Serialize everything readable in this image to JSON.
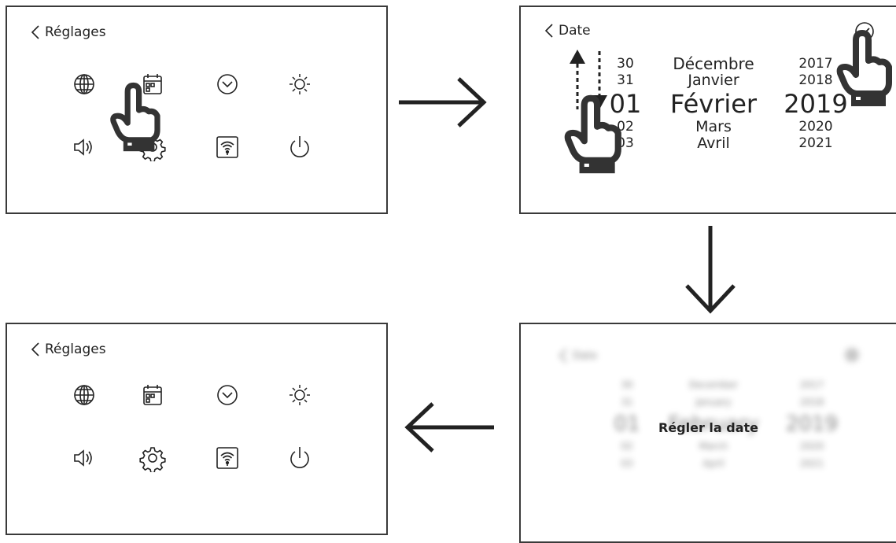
{
  "panel1": {
    "back_label": "Réglages"
  },
  "panel2": {
    "back_label": "Date",
    "days": [
      "30",
      "31",
      "01",
      "02",
      "03"
    ],
    "months": [
      "Décembre",
      "Janvier",
      "Février",
      "Mars",
      "Avril"
    ],
    "years": [
      "2017",
      "2018",
      "2019",
      "2020",
      "2021"
    ]
  },
  "panel3": {
    "back_label": "Date",
    "days": [
      "30",
      "31",
      "01",
      "02",
      "03"
    ],
    "months": [
      "December",
      "January",
      "February",
      "March",
      "April"
    ],
    "years": [
      "2017",
      "2018",
      "2019",
      "2020",
      "2021"
    ],
    "message": "Régler la date"
  },
  "panel4": {
    "back_label": "Réglages"
  },
  "icons": [
    "globe-icon",
    "calendar-icon",
    "clock-icon",
    "brightness-icon",
    "speaker-icon",
    "gear-icon",
    "wifi-icon",
    "power-icon",
    "hand-pointer-icon",
    "check-icon"
  ],
  "colors": {
    "line": "#222222",
    "hand": "#333333"
  }
}
